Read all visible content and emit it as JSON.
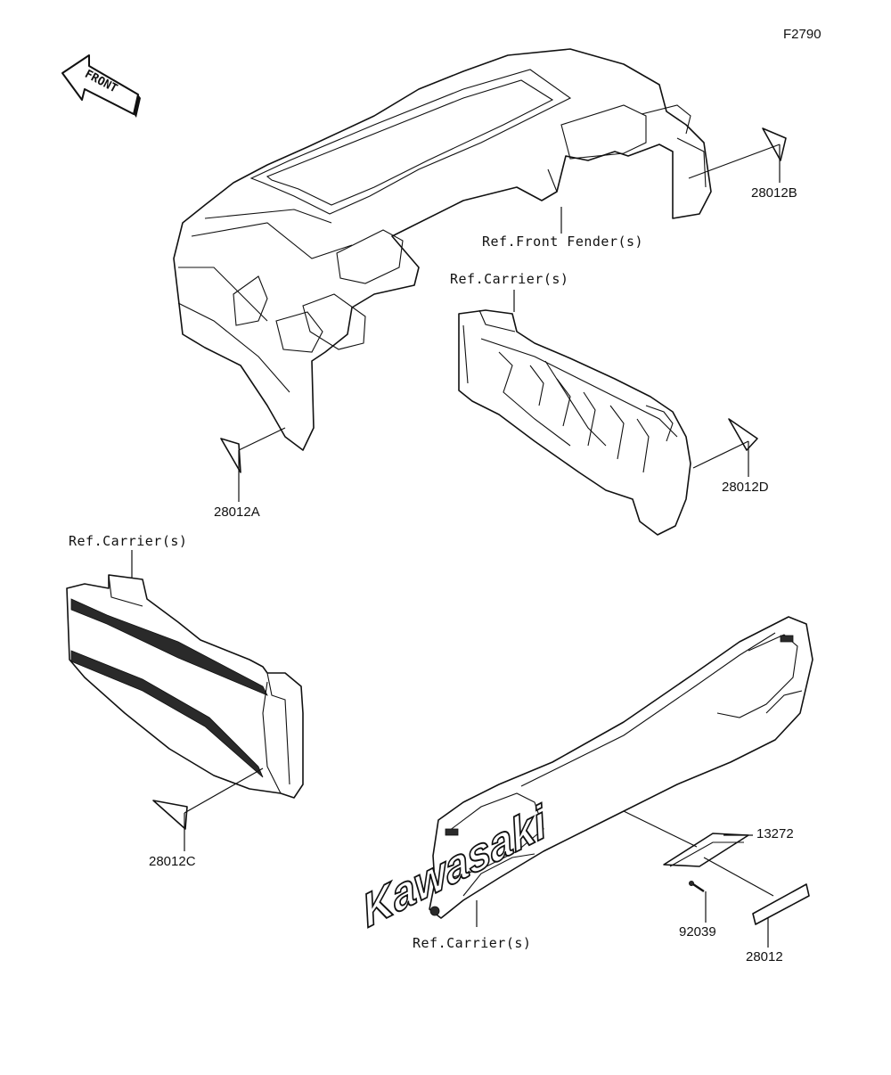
{
  "figure_code": "F2790",
  "front_arrow": {
    "text": "FRONT",
    "icon": "front-direction-arrow-icon"
  },
  "brand_text": "Kawasaki",
  "ref_labels": {
    "front_fender": "Ref.Front Fender(s)",
    "carrier_top": "Ref.Carrier(s)",
    "carrier_left": "Ref.Carrier(s)",
    "carrier_bottom": "Ref.Carrier(s)"
  },
  "parts": [
    {
      "id": "28012B",
      "label": "28012B"
    },
    {
      "id": "28012D",
      "label": "28012D"
    },
    {
      "id": "28012A",
      "label": "28012A"
    },
    {
      "id": "28012C",
      "label": "28012C"
    },
    {
      "id": "13272",
      "label": "13272"
    },
    {
      "id": "92039",
      "label": "92039"
    },
    {
      "id": "28012",
      "label": "28012"
    }
  ]
}
